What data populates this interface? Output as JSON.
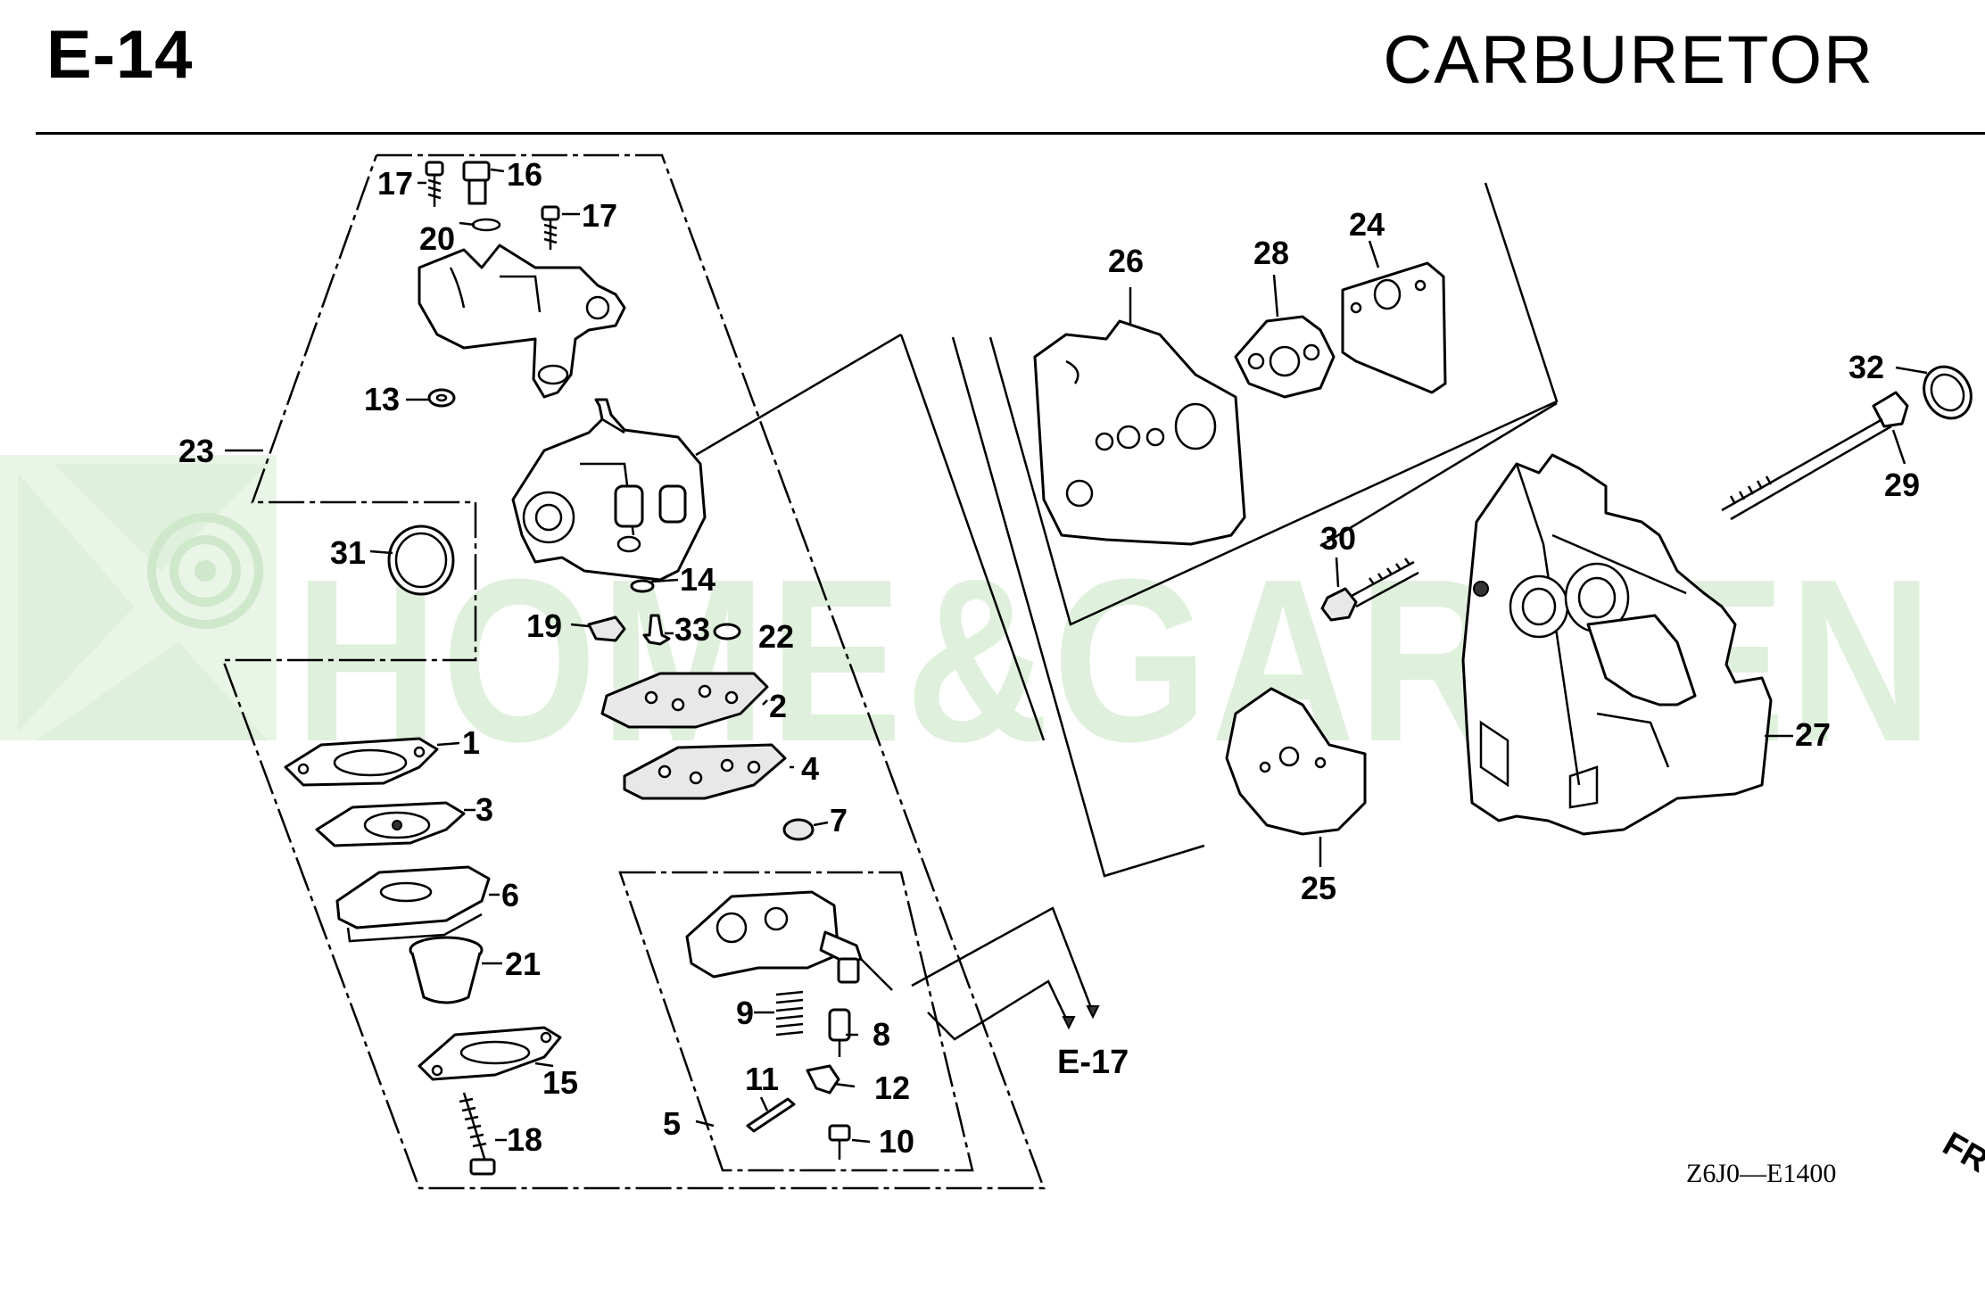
{
  "header": {
    "page_code": "E-14",
    "title": "CARBURETOR"
  },
  "watermark": {
    "text": "HOME&GARDEN",
    "color": "#dff0dc"
  },
  "callouts": {
    "c1": "1",
    "c2": "2",
    "c3": "3",
    "c4": "4",
    "c5": "5",
    "c6": "6",
    "c7": "7",
    "c8": "8",
    "c9": "9",
    "c10": "10",
    "c11": "11",
    "c12": "12",
    "c13": "13",
    "c14": "14",
    "c15": "15",
    "c16": "16",
    "c17a": "17",
    "c17b": "17",
    "c18": "18",
    "c19": "19",
    "c20": "20",
    "c21": "21",
    "c22": "22",
    "c23": "23",
    "c24": "24",
    "c25": "25",
    "c26": "26",
    "c27": "27",
    "c28": "28",
    "c29": "29",
    "c30": "30",
    "c31": "31",
    "c32": "32",
    "c33": "33"
  },
  "reference": {
    "label": "E-17"
  },
  "drawing_code": "Z6J0—E1400",
  "corner_text": "FR"
}
